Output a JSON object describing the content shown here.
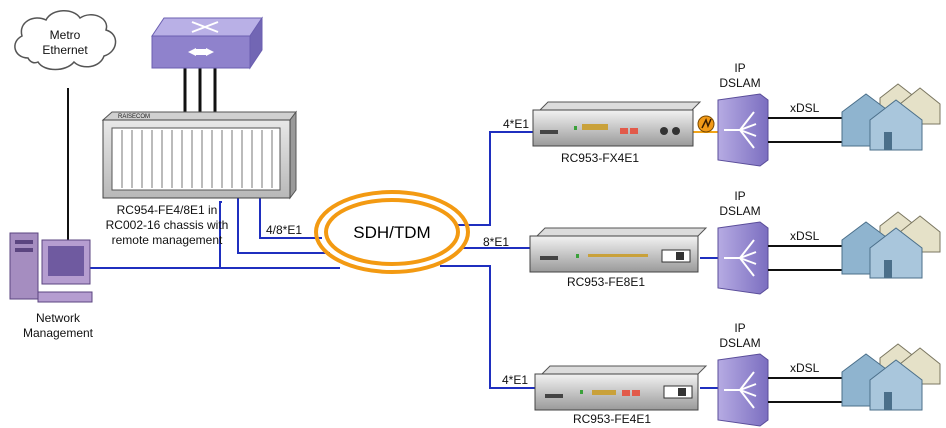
{
  "cloud": {
    "line1": "Metro",
    "line2": "Ethernet"
  },
  "chassis": {
    "brand": "RAISECOM",
    "caption_line1": "RC954-FE4/8E1 in",
    "caption_line2": "RC002-16 chassis with",
    "caption_line3": "remote management"
  },
  "network_management": {
    "line1": "Network",
    "line2": "Management"
  },
  "core": {
    "label": "SDH/TDM"
  },
  "links": {
    "chassis_e1": "4/8*E1",
    "top_e1": "4*E1",
    "mid_e1": "8*E1",
    "bottom_e1": "4*E1"
  },
  "devices": {
    "top": "RC953-FX4E1",
    "mid": "RC953-FE8E1",
    "bottom": "RC953-FE4E1"
  },
  "dslams": [
    {
      "line1": "IP",
      "line2": "DSLAM"
    },
    {
      "line1": "IP",
      "line2": "DSLAM"
    },
    {
      "line1": "IP",
      "line2": "DSLAM"
    }
  ],
  "xdsl": [
    "xDSL",
    "xDSL",
    "xDSL"
  ],
  "colors": {
    "link_blue": "#1f2fbf",
    "ring_orange": "#f39a12",
    "switch_purple": "#9a8fd0",
    "dslam_purple": "#8f82c8",
    "house_blue": "#8fb4cf",
    "computer_purple": "#a58dc0"
  }
}
